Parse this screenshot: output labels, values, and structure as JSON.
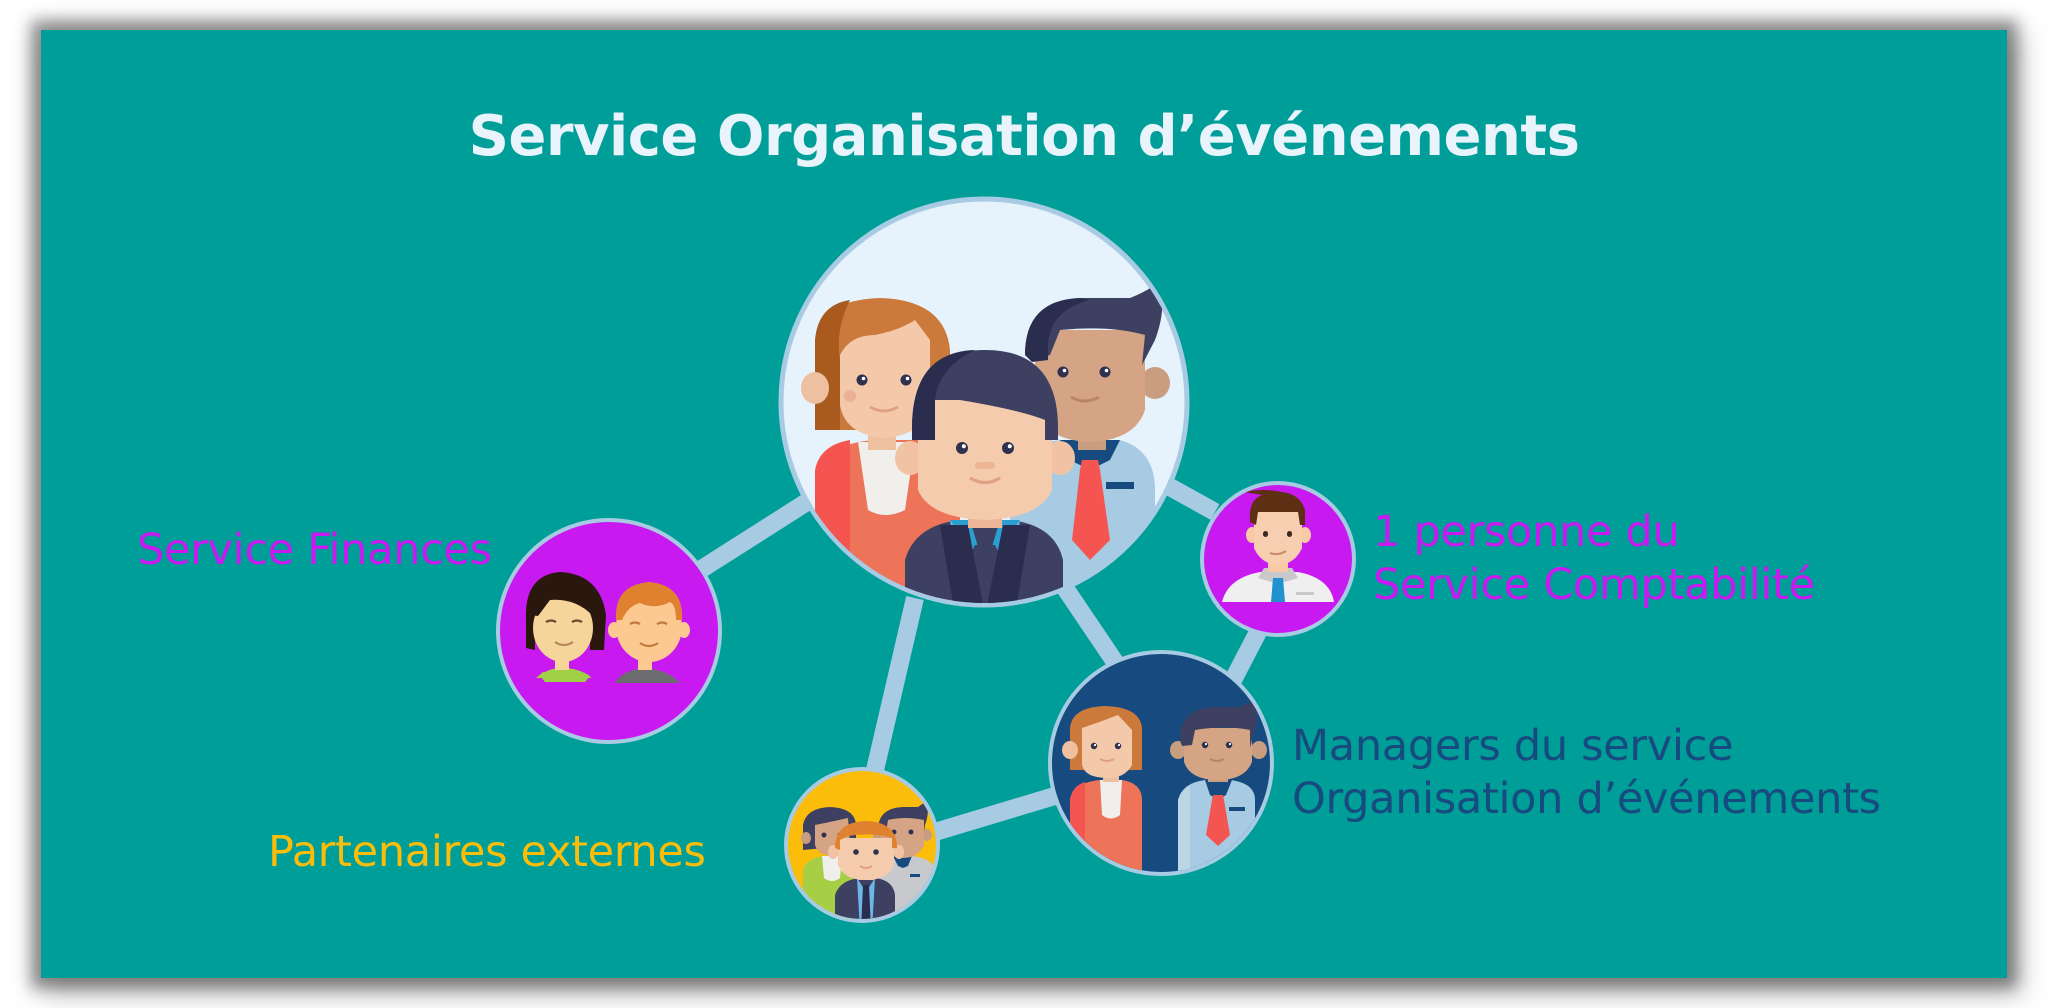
{
  "slide": {
    "title": "Service Organisation d’événements",
    "colors": {
      "background": "#009e98",
      "title": "#e8f3fc",
      "connector": "#a6cbe3",
      "circle_border": "#a6cbe3",
      "center_fill": "#e6f2fc",
      "finance_fill": "#c81af0",
      "accounting_fill": "#c81af0",
      "managers_fill": "#174a7e",
      "partners_fill": "#fbbd0a"
    }
  },
  "nodes": {
    "center": {
      "icon": "team-of-three-icon"
    },
    "finance": {
      "label": "Service Finances",
      "label_color": "#c81af0",
      "icon": "two-people-icon"
    },
    "accounting": {
      "label_line1": "1 personne du",
      "label_line2": "Service Comptabilité",
      "label_color": "#c81af0",
      "icon": "single-person-icon"
    },
    "managers": {
      "label_line1": "Managers du service",
      "label_line2": "Organisation d’événements",
      "label_color": "#174a7e",
      "icon": "two-managers-icon"
    },
    "partners": {
      "label": "Partenaires externes",
      "label_color": "#fbbd0a",
      "icon": "group-of-three-icon"
    }
  }
}
